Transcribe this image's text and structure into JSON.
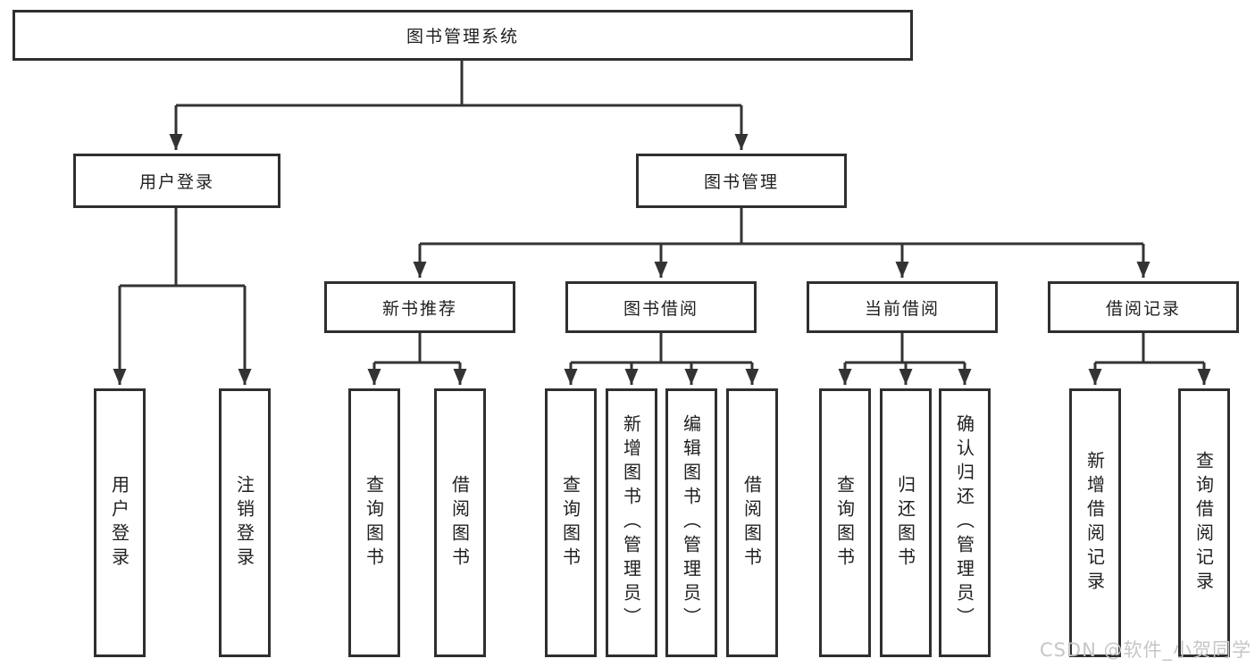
{
  "diagram": {
    "root": {
      "label": "图书管理系统"
    },
    "branches": [
      {
        "label": "用户登录",
        "children": [
          {
            "label": "用户登录"
          },
          {
            "label": "注销登录"
          }
        ]
      },
      {
        "label": "图书管理",
        "children": [
          {
            "label": "新书推荐",
            "children": [
              {
                "label": "查询图书"
              },
              {
                "label": "借阅图书"
              }
            ]
          },
          {
            "label": "图书借阅",
            "children": [
              {
                "label": "查询图书"
              },
              {
                "label": "新增图书（管理员）"
              },
              {
                "label": "编辑图书（管理员）"
              },
              {
                "label": "借阅图书"
              }
            ]
          },
          {
            "label": "当前借阅",
            "children": [
              {
                "label": "查询图书"
              },
              {
                "label": "归还图书"
              },
              {
                "label": "确认归还（管理员）"
              }
            ]
          },
          {
            "label": "借阅记录",
            "children": [
              {
                "label": "新增借阅记录"
              },
              {
                "label": "查询借阅记录"
              }
            ]
          }
        ]
      }
    ],
    "watermark": "CSDN @软件_小贺同学",
    "colors": {
      "line": "#333333",
      "box_border": "#2f2f2f",
      "text": "#1f1f1f",
      "watermark": "#c6c6c6",
      "background": "#ffffff"
    }
  }
}
